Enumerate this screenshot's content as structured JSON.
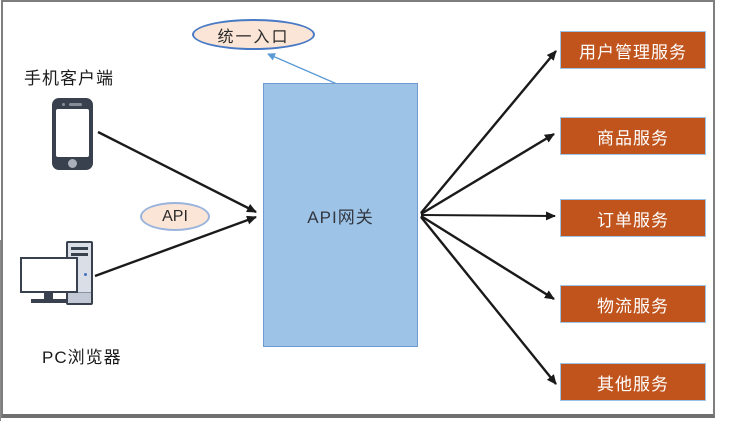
{
  "diagram": {
    "clients": {
      "mobile_label": "手机客户端",
      "pc_label": "PC浏览器"
    },
    "gateway": {
      "label": "API网关"
    },
    "annotations": {
      "entry_label": "统一入口",
      "api_label": "API"
    },
    "services": [
      {
        "label": "用户管理服务"
      },
      {
        "label": "商品服务"
      },
      {
        "label": "订单服务"
      },
      {
        "label": "物流服务"
      },
      {
        "label": "其他服务"
      }
    ],
    "icons": {
      "mobile": "smartphone-icon",
      "pc": "desktop-computer-icon"
    },
    "colors": {
      "gateway_fill": "#9dc3e6",
      "gateway_border": "#6f9bd1",
      "service_fill": "#c0541c",
      "service_border": "#9dc3e6",
      "service_text": "#ffffff",
      "ellipse_fill": "#fbe5d6",
      "entry_ellipse_border": "#4879c5",
      "api_ellipse_border": "#9ab4dd",
      "arrow_black": "#1a1a1a",
      "arrow_blue": "#5b9bd5",
      "frame_border": "#7e7e7e",
      "icon_dark": "#39414f"
    }
  }
}
